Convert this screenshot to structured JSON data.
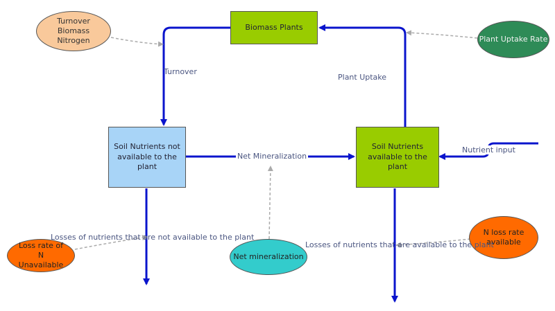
{
  "stocks": {
    "biomass_plants": "Biomass Plants",
    "soil_unavailable": "Soil Nutrients not available to the plant",
    "soil_available": "Soil Nutrients available to the plant"
  },
  "flows": {
    "turnover": "Turnover",
    "plant_uptake": "Plant Uptake",
    "net_mineralization": "Net Mineralization",
    "nutrient_input": "Nutrient input",
    "loss_unavailable": "Losses of nutrients that are not available to the plant",
    "loss_available": "Losses of nutrients that are available to the plant"
  },
  "variables": {
    "turnover_rate": "Turnover Biomass Nitrogen",
    "plant_uptake_rate": "Plant Uptake Rate",
    "loss_rate_unavailable": "Loss rate of N Unavailable",
    "net_mineralization": "Net mineralization",
    "n_loss_rate_available": "N loss rate available"
  },
  "colors": {
    "stock_green": "#99cc00",
    "stock_blue": "#a8d4f7",
    "var_peach": "#f9c99b",
    "var_green": "#2e8b57",
    "var_orange": "#ff6a00",
    "var_teal": "#33cccc",
    "flow_blue": "#0a14cc",
    "dashed_grey": "#aaaaaa"
  }
}
